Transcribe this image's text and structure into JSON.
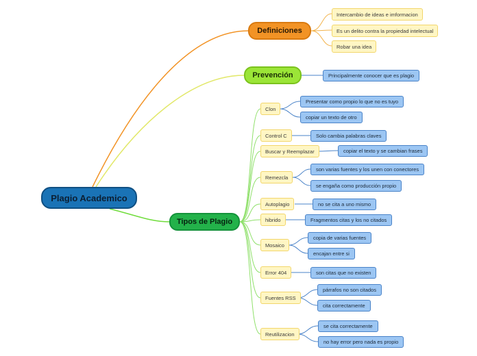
{
  "root": "Plagio Academico",
  "definiciones": {
    "title": "Definiciones",
    "items": [
      "Intercambio de ideas e imformacion",
      "Es un delito contra la propiedad intelectual",
      "Robar una idea"
    ]
  },
  "prevencion": {
    "title": "Prevención",
    "items": [
      "Principalmente conocer que es plagio"
    ]
  },
  "tipos": {
    "title": "Tipos de Plagio",
    "items": [
      {
        "label": "Clon",
        "details": [
          "Presentar como propio lo que no es tuyo",
          "copiar un texto de otro"
        ]
      },
      {
        "label": "Control C",
        "details": [
          "Solo cambia palabras claves"
        ]
      },
      {
        "label": "Buscar y Reemplazar",
        "details": [
          "copiar el texto y se cambian frases"
        ]
      },
      {
        "label": "Remezcla",
        "details": [
          "son varias fuentes y los unen con conectores",
          "se engaña como producción propio"
        ]
      },
      {
        "label": "Autoplagio",
        "details": [
          "no se cita a uno mismo"
        ]
      },
      {
        "label": "hibrido",
        "details": [
          "Fragmentos citas y los no citados"
        ]
      },
      {
        "label": "Mosaico",
        "details": [
          "copia de varias fuentes",
          "encajan entre si"
        ]
      },
      {
        "label": "Error 404",
        "details": [
          "son citas que no existen"
        ]
      },
      {
        "label": "Fuentes RSS",
        "details": [
          "párrafos no son citados",
          "cita correctamente"
        ]
      },
      {
        "label": "Reutilizacion",
        "details": [
          "se cita correctamente",
          "no hay error pero nada es propio"
        ]
      }
    ]
  },
  "colors": {
    "root": "#1a73b6",
    "definiciones": "#f29325",
    "prevencion": "#9be537",
    "tipos": "#23b24a",
    "subtopic": "#fff6c4",
    "detail": "#9cc6f3"
  }
}
